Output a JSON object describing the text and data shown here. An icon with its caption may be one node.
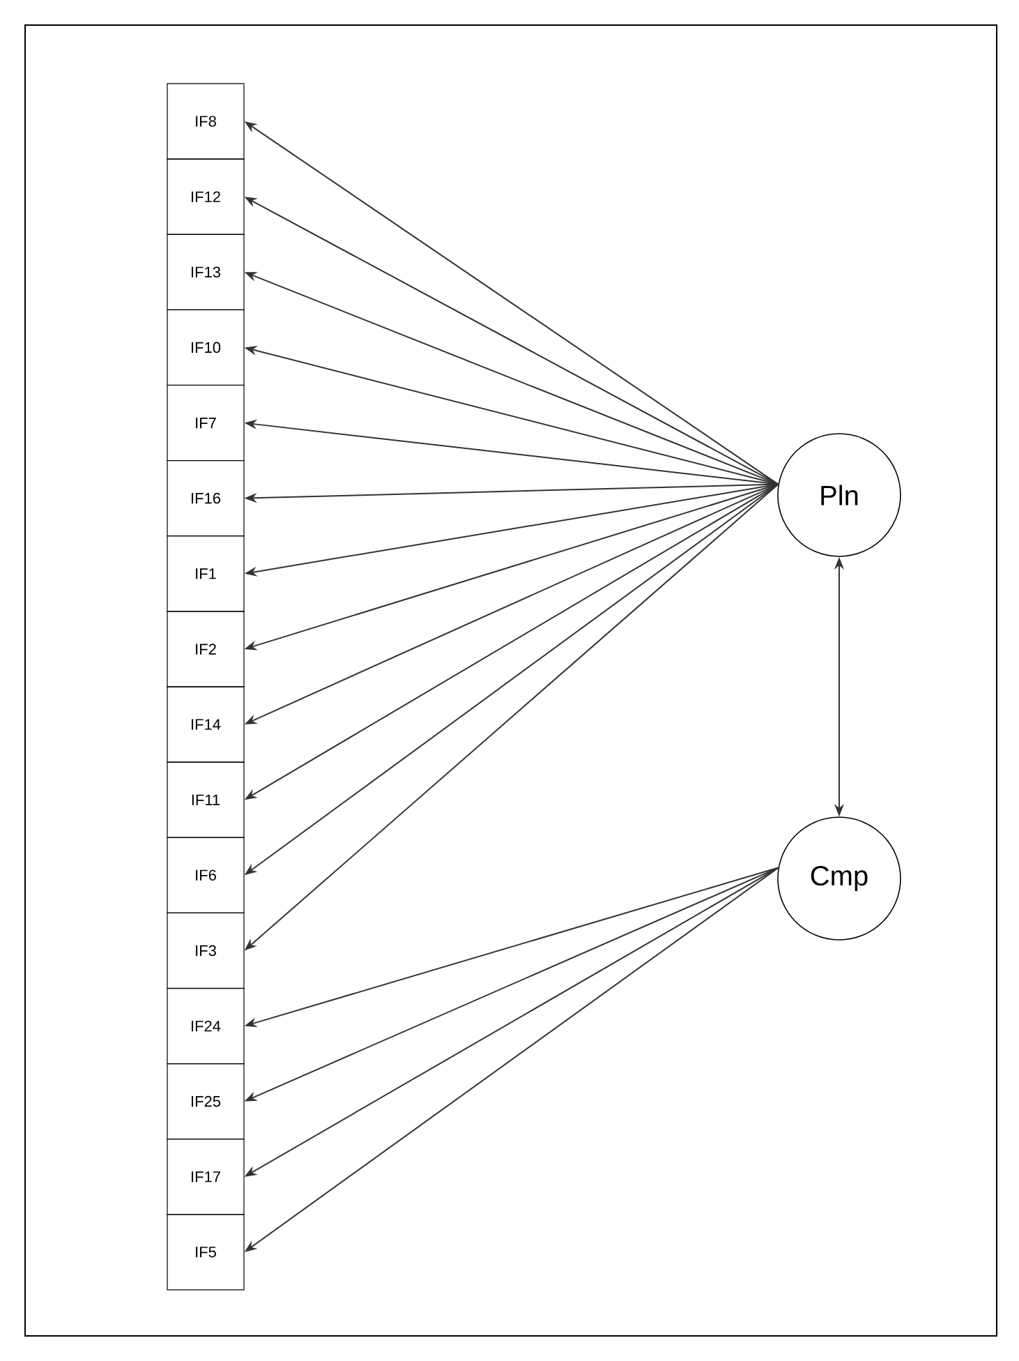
{
  "diagram": {
    "nodes": [
      {
        "text": [
          "IF8"
        ]
      },
      {
        "text": [
          "IF12"
        ]
      },
      {
        "text": [
          "IF13"
        ]
      },
      {
        "text": [
          "IF10"
        ]
      },
      {
        "text": [
          "IF7"
        ]
      },
      {
        "text": [
          "IF16"
        ]
      },
      {
        "text": [
          "IF1"
        ]
      },
      {
        "text": [
          "IF2"
        ]
      },
      {
        "text": [
          "IF14"
        ]
      },
      {
        "text": [
          "IF11"
        ]
      },
      {
        "text": [
          "IF6"
        ]
      },
      {
        "text": [
          "IF3"
        ]
      },
      {
        "text": [
          "IF24"
        ]
      },
      {
        "text": [
          "IF25"
        ]
      },
      {
        "text": [
          "IF17"
        ]
      },
      {
        "text": [
          "IF5"
        ]
      },
      {
        "text": [
          "Pln"
        ]
      },
      {
        "text": [
          "Cmp"
        ]
      }
    ],
    "edges": [
      {
        "from": 16,
        "to": 0,
        "arrow": "to"
      },
      {
        "from": 16,
        "to": 1,
        "arrow": "to"
      },
      {
        "from": 16,
        "to": 2,
        "arrow": "to"
      },
      {
        "from": 16,
        "to": 3,
        "arrow": "to"
      },
      {
        "from": 16,
        "to": 4,
        "arrow": "to"
      },
      {
        "from": 16,
        "to": 5,
        "arrow": "to"
      },
      {
        "from": 16,
        "to": 6,
        "arrow": "to"
      },
      {
        "from": 16,
        "to": 7,
        "arrow": "to"
      },
      {
        "from": 16,
        "to": 8,
        "arrow": "to"
      },
      {
        "from": 16,
        "to": 9,
        "arrow": "to"
      },
      {
        "from": 16,
        "to": 10,
        "arrow": "to"
      },
      {
        "from": 16,
        "to": 11,
        "arrow": "to"
      },
      {
        "from": 17,
        "to": 12,
        "arrow": "to"
      },
      {
        "from": 17,
        "to": 13,
        "arrow": "to"
      },
      {
        "from": 17,
        "to": 14,
        "arrow": "to"
      },
      {
        "from": 17,
        "to": 15,
        "arrow": "to"
      },
      {
        "from": 16,
        "to": 17,
        "arrow": "both"
      }
    ]
  }
}
